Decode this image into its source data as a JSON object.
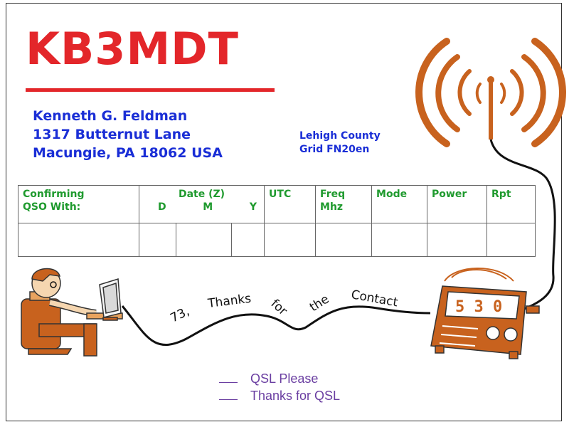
{
  "callsign": "KB3MDT",
  "address": {
    "name": "Kenneth G. Feldman",
    "street": "1317 Butternut Lane",
    "city": "Macungie, PA 18062 USA"
  },
  "location": {
    "county": "Lehigh County",
    "grid": "Grid FN20en"
  },
  "log_table": {
    "confirming_line1": "Confirming",
    "confirming_line2": "QSO With:",
    "date": "Date (Z)",
    "d": "D",
    "m": "M",
    "y": "Y",
    "utc": "UTC",
    "freq_line1": "Freq",
    "freq_line2": "Mhz",
    "mode": "Mode",
    "power": "Power",
    "rpt": "Rpt"
  },
  "cable_text": {
    "w1": "73,",
    "w2": "Thanks",
    "w3": "for",
    "w4": "the",
    "w5": "Contact"
  },
  "radio_display": "5 3 0",
  "qsl_options": {
    "please": "QSL Please",
    "thanks": "Thanks for QSL"
  },
  "colors": {
    "callsign_red": "#e3262a",
    "address_blue": "#1a2ed6",
    "table_green": "#1f9a2e",
    "art_orange": "#c8621e",
    "qsl_purple": "#6a3ea1"
  }
}
